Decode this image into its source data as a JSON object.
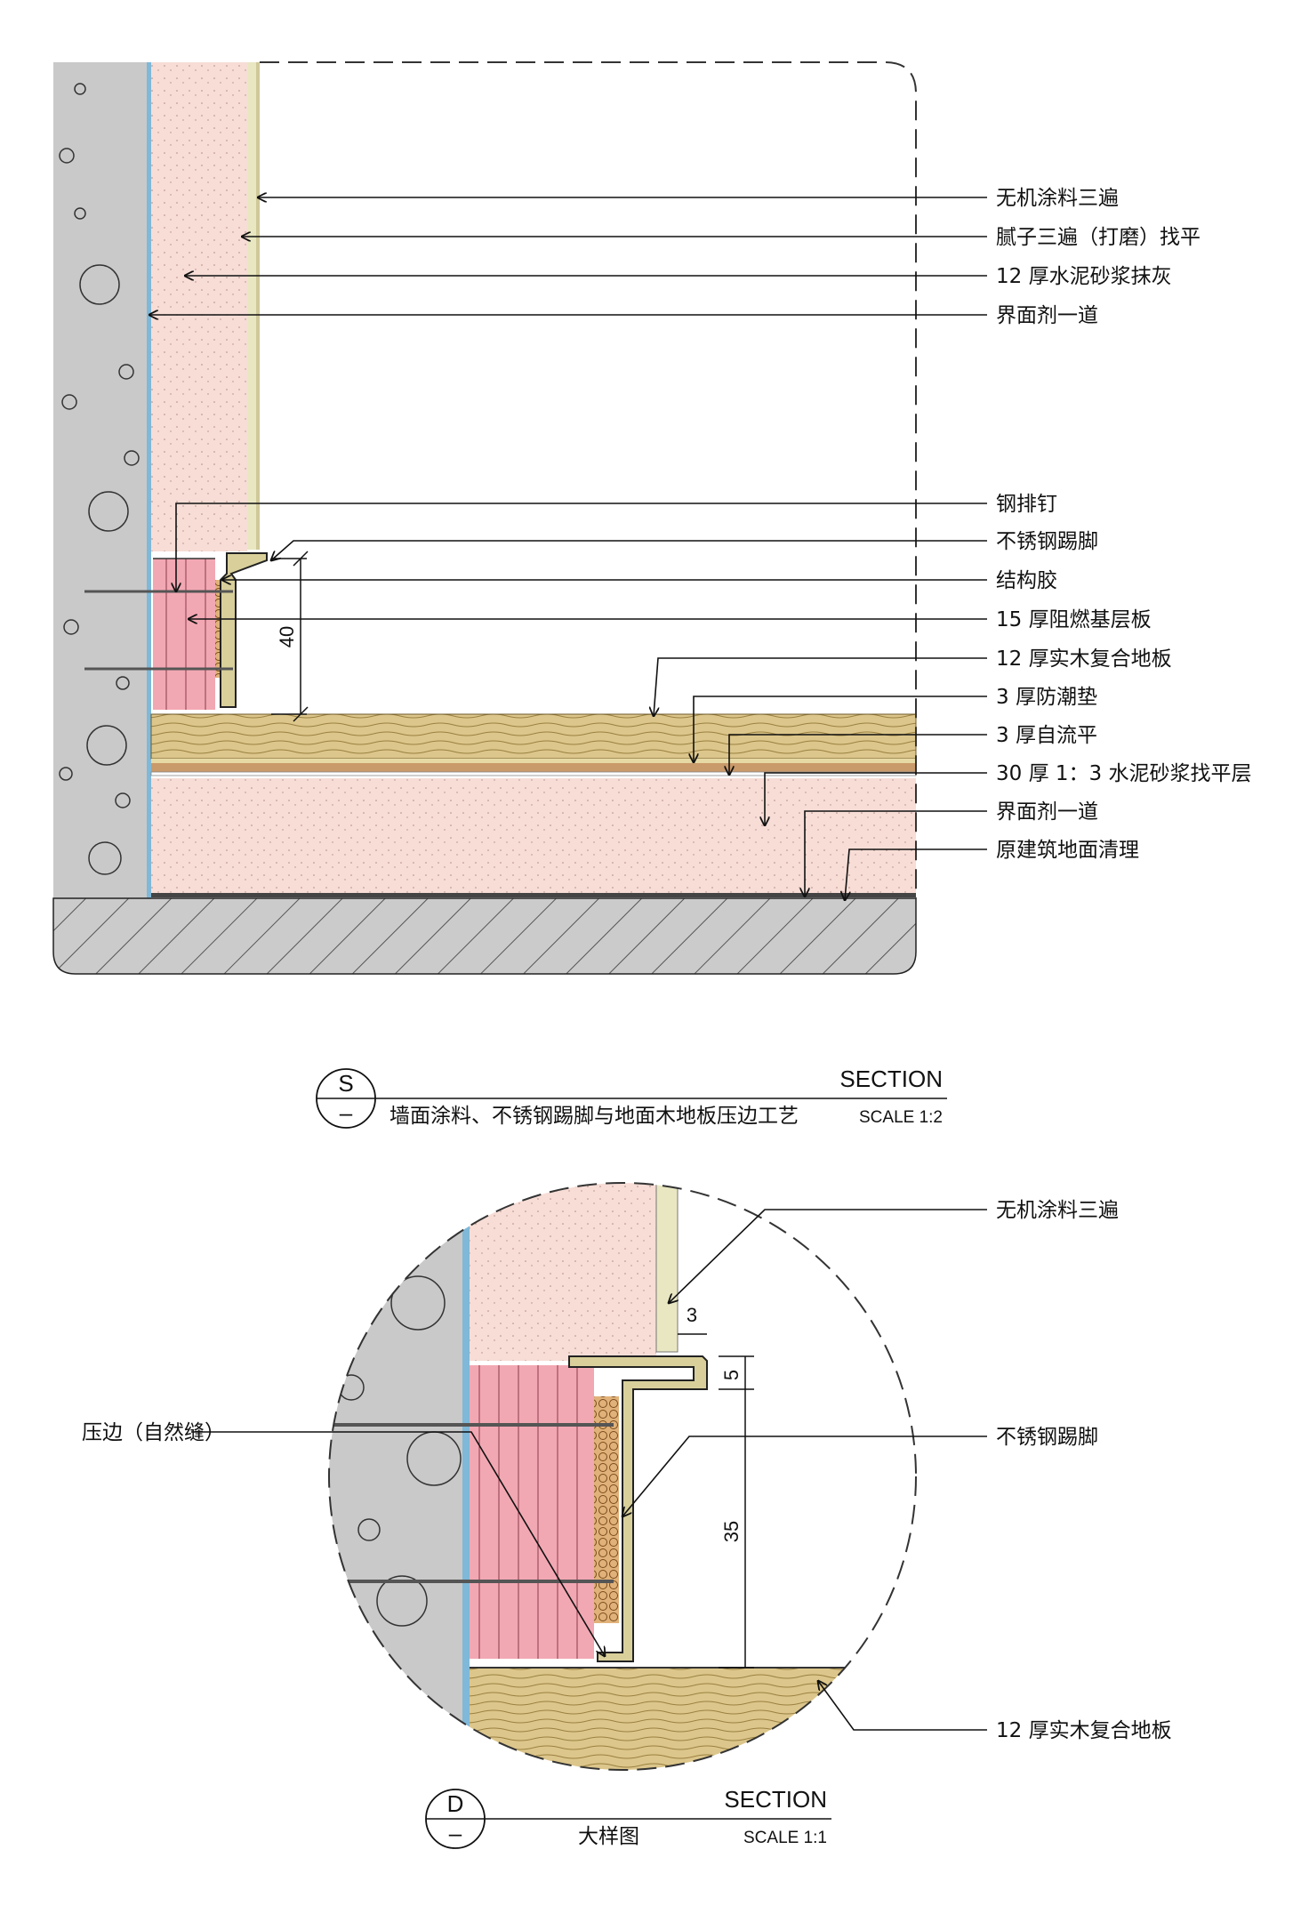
{
  "colors": {
    "concrete": "#c9c9c9",
    "plaster": "#f7ddd6",
    "interface": "#7fb8d8",
    "putty": "#e9e7c2",
    "board": "#f2a8b3",
    "wood": "#dcc68b",
    "screed": "#c99a6a",
    "glue": "#e0b27a",
    "steel": "#d8cf9a"
  },
  "upper": {
    "labels": [
      "无机涂料三遍",
      "腻子三遍（打磨）找平",
      "12 厚水泥砂浆抹灰",
      "界面剂一道",
      "钢排钉",
      "不锈钢踢脚",
      "结构胶",
      "15 厚阻燃基层板",
      "12 厚实木复合地板",
      "3 厚防潮垫",
      "3 厚自流平",
      "30 厚 1：3 水泥砂浆找平层",
      "界面剂一道",
      "原建筑地面清理"
    ],
    "dimension": "40"
  },
  "title_s": {
    "letter": "S",
    "dash": "–",
    "section": "SECTION",
    "name": "墙面涂料、不锈钢踢脚与地面木地板压边工艺",
    "scale": "SCALE 1:2"
  },
  "detail": {
    "label_coating": "无机涂料三遍",
    "label_press": "压边（自然缝）",
    "label_skirting": "不锈钢踢脚",
    "label_floor": "12 厚实木复合地板",
    "dim_3": "3",
    "dim_5": "5",
    "dim_35": "35"
  },
  "title_d": {
    "letter": "D",
    "dash": "–",
    "section": "SECTION",
    "name": "大样图",
    "scale": "SCALE 1:1"
  }
}
